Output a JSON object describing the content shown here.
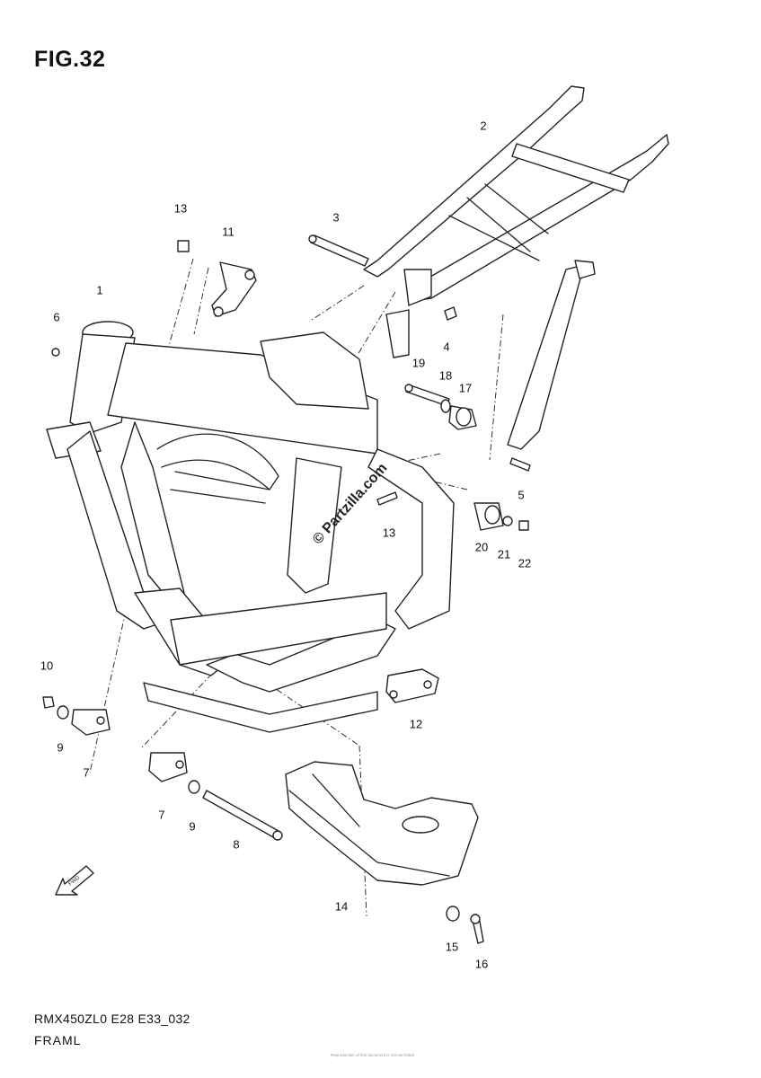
{
  "figure_title": "FIG.32",
  "model_code": "RMX450ZL0 E28 E33_032",
  "section_label": "FRAML",
  "watermark": "© Partzilla.com",
  "fine_print": "Reproduction of this document is not permitted",
  "direction_arrow": {
    "label": "FWD",
    "icon": "fwd-arrow-icon"
  },
  "callouts": [
    "1",
    "2",
    "3",
    "4",
    "5",
    "6",
    "7",
    "7",
    "8",
    "9",
    "9",
    "10",
    "11",
    "12",
    "13",
    "13",
    "14",
    "15",
    "16",
    "17",
    "18",
    "19",
    "20",
    "21",
    "22"
  ]
}
